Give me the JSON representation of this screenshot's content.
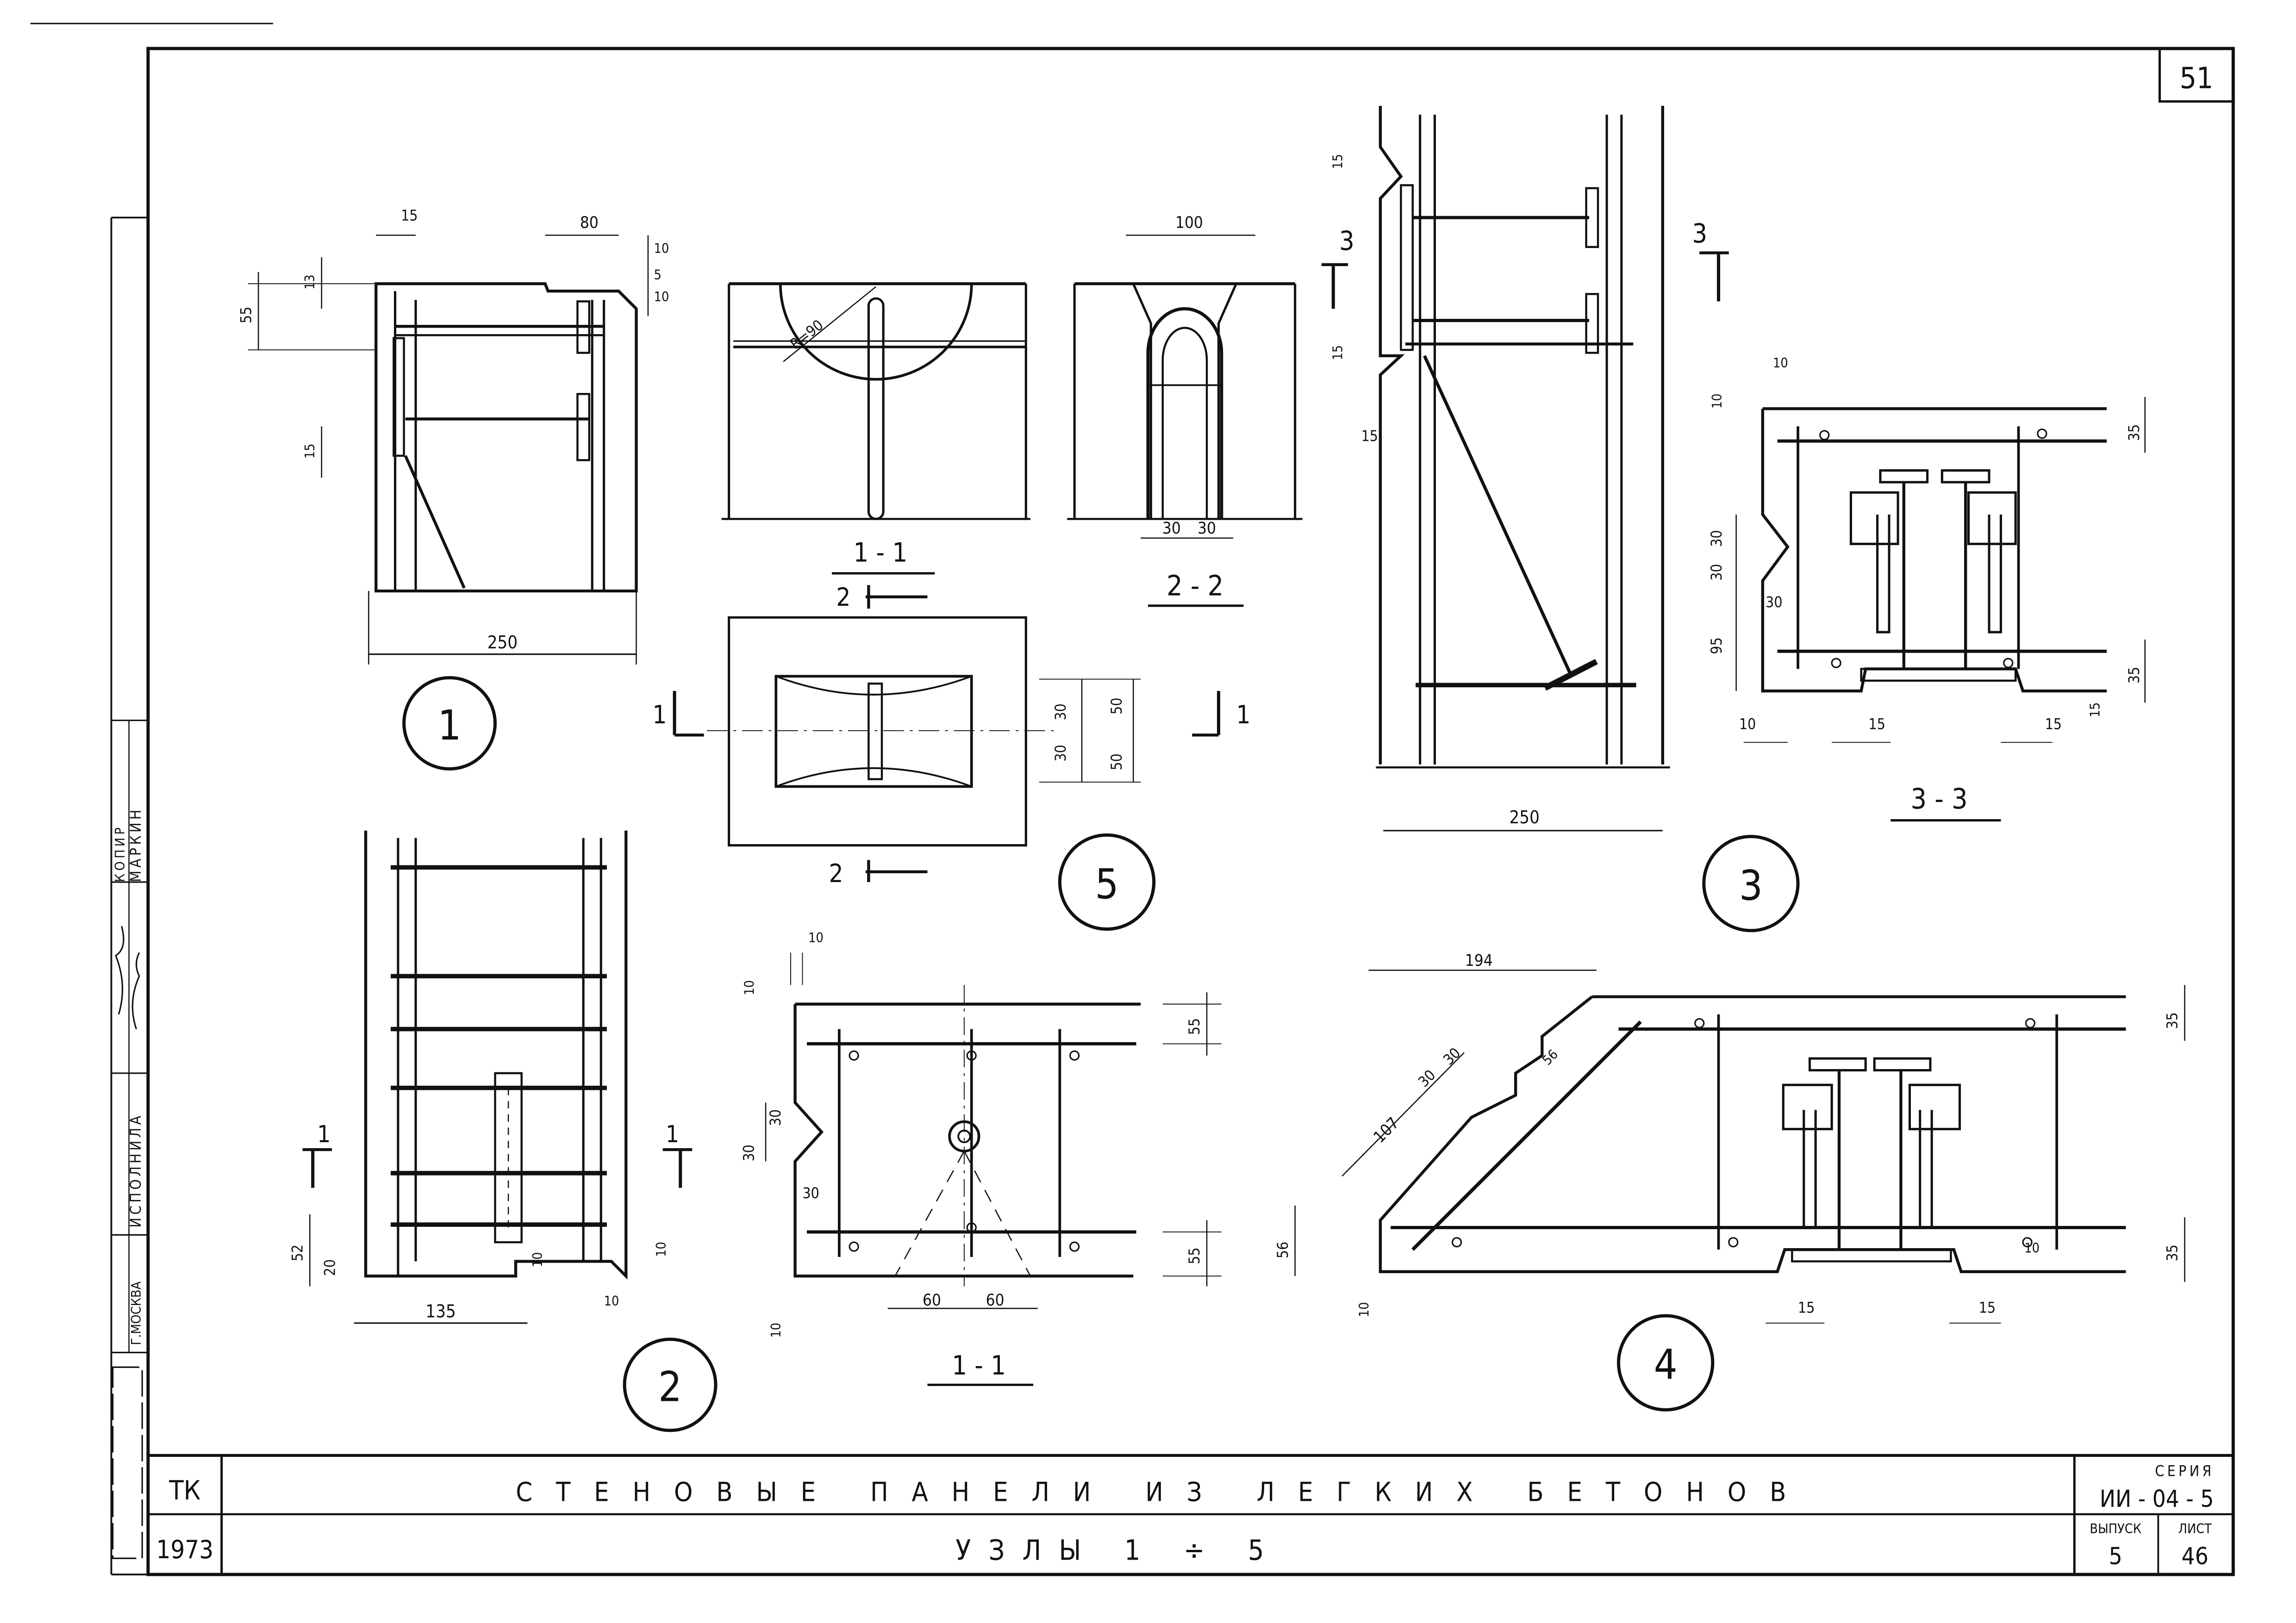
{
  "sheet_number": "51",
  "title_block": {
    "org": "ТК",
    "year": "1973",
    "title": "СТЕНОВЫЕ ПАНЕЛИ ИЗ ЛЕГКИХ БЕТОНОВ",
    "subtitle": "УЗЛЫ 1 ÷ 5",
    "series_label": "СЕРИЯ",
    "series_value": "ИИ - 04 - 5",
    "issue_label": "ВЫПУСК",
    "issue_value": "5",
    "sheet_label": "ЛИСТ",
    "sheet_value": "46"
  },
  "stamp": {
    "city": "Г.МОСКВА",
    "role_1": "ИСПОЛНИЛА",
    "role_2": "КОПИР",
    "name": "МАРКИН"
  },
  "details": {
    "d1": {
      "label": "1",
      "dims": {
        "top_left": "15",
        "top_right": "80",
        "r1": "10",
        "r2": "5",
        "r3": "10",
        "left_top": "13",
        "left_main": "55",
        "left_mid": "15",
        "bottom": "250"
      }
    },
    "d2": {
      "label": "2",
      "dims": {
        "d52": "52",
        "d20": "20",
        "d10a": "10",
        "d10b": "10",
        "d10c": "10",
        "d135": "135"
      },
      "cut_left": "1",
      "cut_right": "1"
    },
    "s11_top": {
      "title": "1 - 1",
      "radius": "R=90",
      "cut_below": "2"
    },
    "s22": {
      "title": "2 - 2",
      "dim_top": "100",
      "dim_b1": "30",
      "dim_b2": "30"
    },
    "d5": {
      "label": "5",
      "dims": {
        "r30a": "30",
        "r30b": "30",
        "r50a": "50",
        "r50b": "50"
      },
      "cut_left": "1",
      "cut_right": "1",
      "cut_bottom": "2"
    },
    "s11_bottom": {
      "title": "1 - 1",
      "dims": {
        "t10": "10",
        "l10": "10",
        "l30a": "30",
        "l30b": "30",
        "l30c": "30",
        "r55a": "55",
        "r55b": "55",
        "b60a": "60",
        "b60b": "60",
        "b10": "10"
      }
    },
    "d3": {
      "label": "3",
      "dims": {
        "d15a": "15",
        "d15b": "15",
        "d15c": "15",
        "bottom": "250"
      },
      "cut_left": "3",
      "cut_right": "3"
    },
    "s33": {
      "title": "3 - 3",
      "dims": {
        "t10": "10",
        "l10": "10",
        "l30a": "30",
        "l30b": "30",
        "l30c": "30",
        "l95": "95",
        "r35a": "35",
        "r35b": "35",
        "b10": "10",
        "b15a": "15",
        "b15b": "15",
        "r15": "15"
      }
    },
    "d4": {
      "label": "4",
      "dims": {
        "d194": "194",
        "d107": "107",
        "d30a": "30",
        "d30b": "30",
        "d56": "56",
        "d56b": "56",
        "d10": "10",
        "r35a": "35",
        "r35b": "35",
        "r10": "10",
        "b15a": "15",
        "b15b": "15"
      }
    }
  }
}
